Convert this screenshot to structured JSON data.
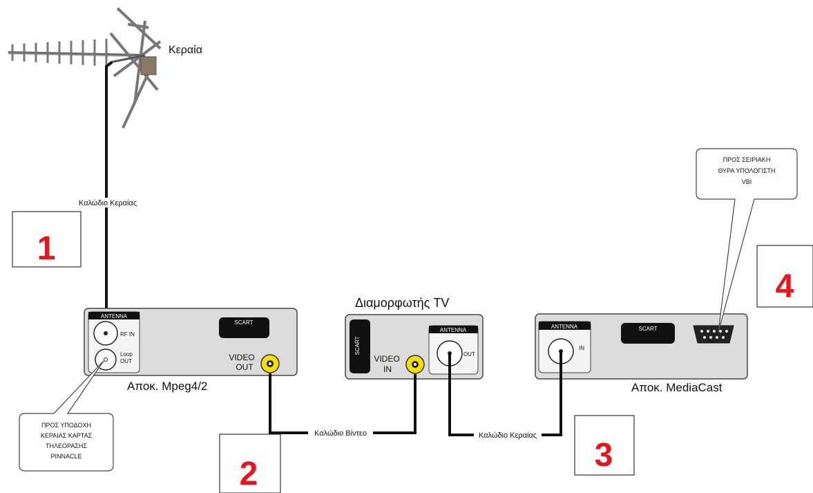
{
  "antenna": {
    "label": "Κεραία",
    "cable_label": "Καλώδιο Κεραίας"
  },
  "steps": {
    "one": "1",
    "two": "2",
    "three": "3",
    "four": "4"
  },
  "device1": {
    "title": "Αποκ. Mpeg4/2",
    "antenna_header": "ANTENNA",
    "rf_in": "RF IN",
    "loop_out_1": "Loop",
    "loop_out_2": "OUT",
    "scart": "SCART",
    "video_out_1": "VIDEO",
    "video_out_2": "OUT"
  },
  "modulator": {
    "title": "Διαμορφωτής TV",
    "scart": "SCART",
    "video_in_1": "VIDEO",
    "video_in_2": "IN",
    "antenna_header": "ANTENNA",
    "out": "OUT"
  },
  "device3": {
    "title": "Αποκ. MediaCast",
    "antenna_header": "ANTENNA",
    "in": "IN",
    "scart": "SCART"
  },
  "callout_pinnacle": {
    "line1": "ΠΡΟΣ ΥΠΟΔΟΧΗ",
    "line2": "ΚΕΡΑΙΑΣ ΚΑΡΤΑΣ",
    "line3": "ΤΗΛΕΟΡΑΣΗΣ",
    "line4": "PINNACLE"
  },
  "callout_serial": {
    "line1": "ΠΡΟΣ ΣΕΙΡΙΑΚΗ",
    "line2": "ΘΥΡΑ ΥΠΟΛΟΓΙΣΤΗ",
    "line3": "VBI"
  },
  "cables": {
    "video": "Καλώδιο Βίντεο",
    "antenna": "Καλώδιο Κεραίας"
  },
  "colors": {
    "step_number": "#e8161c",
    "device_fill": "#dcdcdc",
    "rca_yellow": "#f1e000"
  }
}
